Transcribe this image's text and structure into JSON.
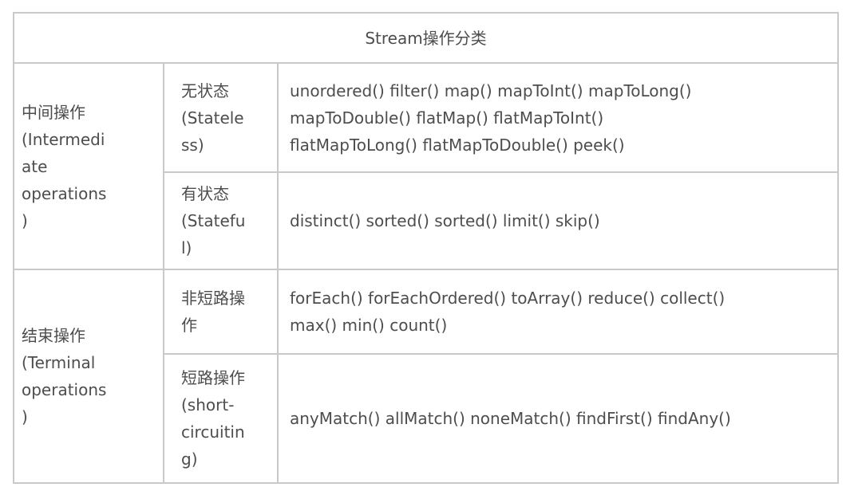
{
  "colors": {
    "background": "#ffffff",
    "border": "#c9c9c9",
    "text": "#4d4d4d"
  },
  "table": {
    "title": "Stream操作分类",
    "groups": [
      {
        "category": "中间操作 (Intermediate operations)",
        "rows": [
          {
            "subtype": "无状态 (Stateless)",
            "operations": "unordered() filter() map() mapToInt() mapToLong()\nmapToDouble() flatMap() flatMapToInt()\nflatMapToLong() flatMapToDouble() peek()"
          },
          {
            "subtype": "有状态 (Stateful)",
            "operations": "distinct() sorted() sorted() limit() skip()"
          }
        ]
      },
      {
        "category": "结束操作 (Terminal operations)",
        "rows": [
          {
            "subtype": "非短路操作",
            "operations": "forEach() forEachOrdered() toArray() reduce() collect()\nmax() min() count()"
          },
          {
            "subtype": "短路操作 (short-circuiting)",
            "operations": "anyMatch() allMatch() noneMatch() findFirst() findAny()"
          }
        ]
      }
    ]
  }
}
